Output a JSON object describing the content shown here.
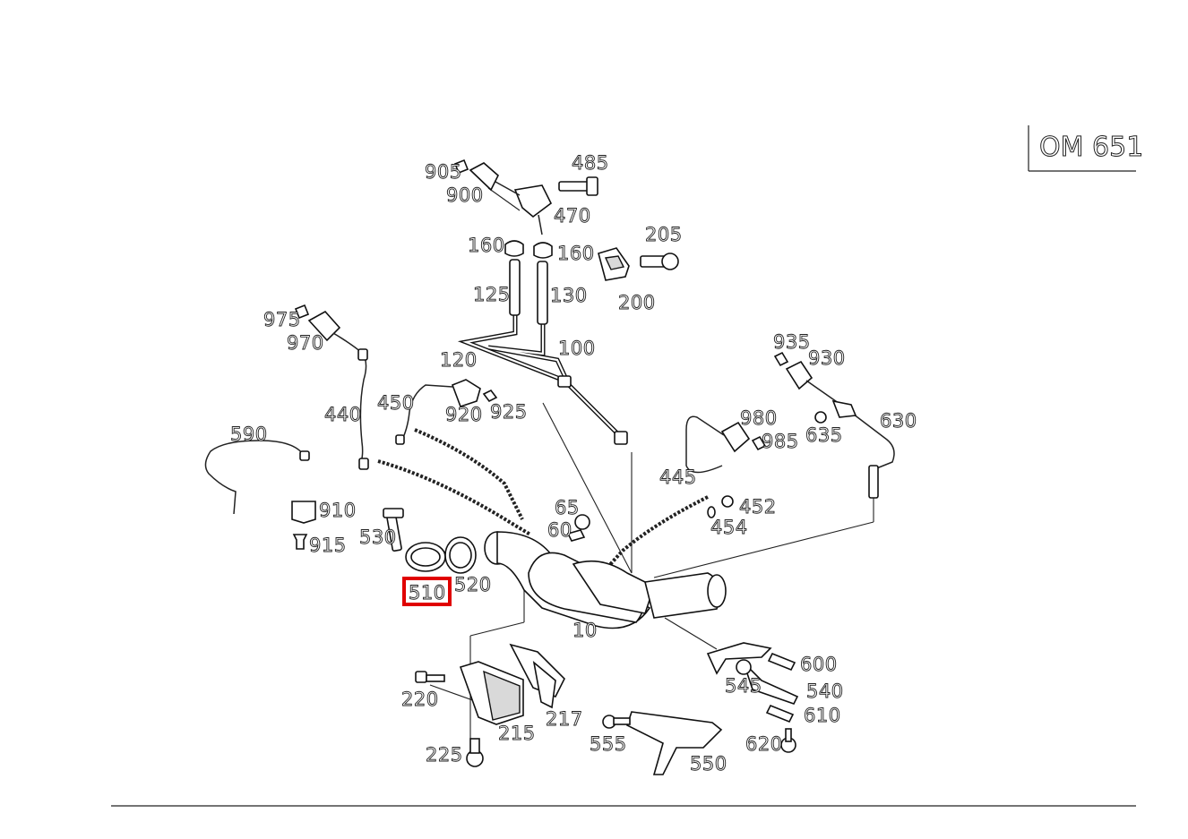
{
  "engine_label": "OM 651",
  "highlighted_part": "510",
  "highlight_color": "#e00000",
  "part_labels": {
    "p905": "905",
    "p900": "900",
    "p485": "485",
    "p470": "470",
    "p160a": "160",
    "p160b": "160",
    "p205": "205",
    "p200": "200",
    "p125": "125",
    "p130": "130",
    "p100": "100",
    "p975": "975",
    "p970": "970",
    "p120": "120",
    "p935": "935",
    "p930": "930",
    "p450": "450",
    "p440": "440",
    "p920": "920",
    "p925": "925",
    "p980": "980",
    "p985": "985",
    "p635": "635",
    "p630": "630",
    "p590": "590",
    "p445": "445",
    "p452": "452",
    "p454": "454",
    "p910": "910",
    "p65": "65",
    "p60": "60",
    "p530": "530",
    "p915": "915",
    "p510": "510",
    "p520": "520",
    "p10": "10",
    "p600": "600",
    "p545": "545",
    "p540": "540",
    "p610": "610",
    "p220": "220",
    "p217": "217",
    "p215": "215",
    "p555": "555",
    "p620": "620",
    "p225": "225",
    "p550": "550"
  }
}
